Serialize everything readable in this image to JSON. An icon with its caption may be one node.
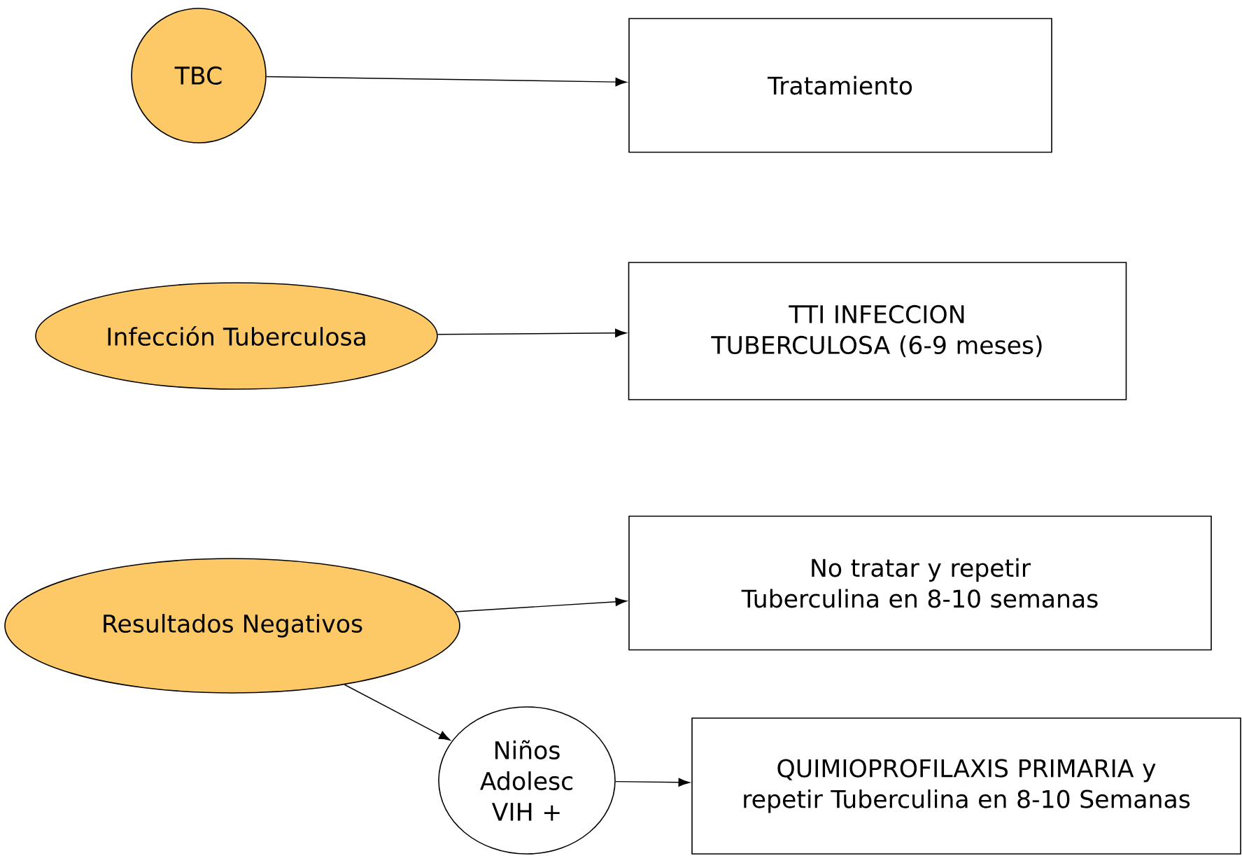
{
  "diagram": {
    "nodes": [
      {
        "text": [
          "TBC"
        ]
      },
      {
        "text": [
          "Tratamiento"
        ]
      },
      {
        "text": [
          "Infección Tuberculosa"
        ]
      },
      {
        "text": [
          "TTI INFECCION TUBERCULOSA (6-9 meses)"
        ]
      },
      {
        "text": [
          "Resultados Negativos"
        ]
      },
      {
        "text": [
          "No tratar y repetir Tuberculina en 8-10 semanas"
        ]
      },
      {
        "text": [
          "Niños Adolesc VIH +"
        ]
      },
      {
        "text": [
          "QUIMIOPROFILAXIS PRIMARIA y repetir Tuberculina en 8-10 Semanas"
        ]
      }
    ],
    "edges": [
      {
        "from": 0,
        "to": 1,
        "arrow": "to"
      },
      {
        "from": 2,
        "to": 3,
        "arrow": "to"
      },
      {
        "from": 4,
        "to": 5,
        "arrow": "to"
      },
      {
        "from": 4,
        "to": 6,
        "arrow": "to"
      },
      {
        "from": 6,
        "to": 7,
        "arrow": "to"
      }
    ]
  }
}
